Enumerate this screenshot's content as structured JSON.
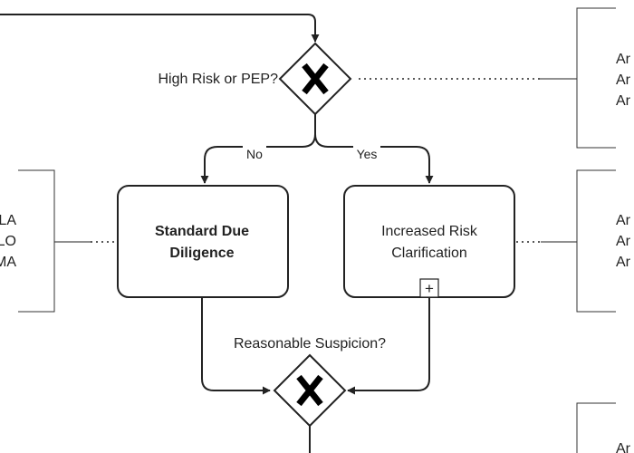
{
  "gateways": {
    "top": {
      "question": "High Risk or PEP?"
    },
    "bottom": {
      "question": "Reasonable Suspicion?"
    }
  },
  "edges": {
    "no_label": "No",
    "yes_label": "Yes"
  },
  "tasks": {
    "standard": {
      "line1": "Standard Due",
      "line2": "Diligence"
    },
    "increased": {
      "line1": "Increased Risk",
      "line2": "Clarification",
      "marker": "+"
    }
  },
  "annotations": {
    "left": [
      "LA",
      "LO",
      "MA"
    ],
    "right_top": [
      "Ar",
      "Ar",
      "Ar"
    ],
    "right_mid": [
      "Ar",
      "Ar",
      "Ar"
    ],
    "right_bottom": [
      "Ar"
    ]
  },
  "colors": {
    "stroke": "#222222",
    "bracket": "#333333",
    "text": "#222222"
  }
}
